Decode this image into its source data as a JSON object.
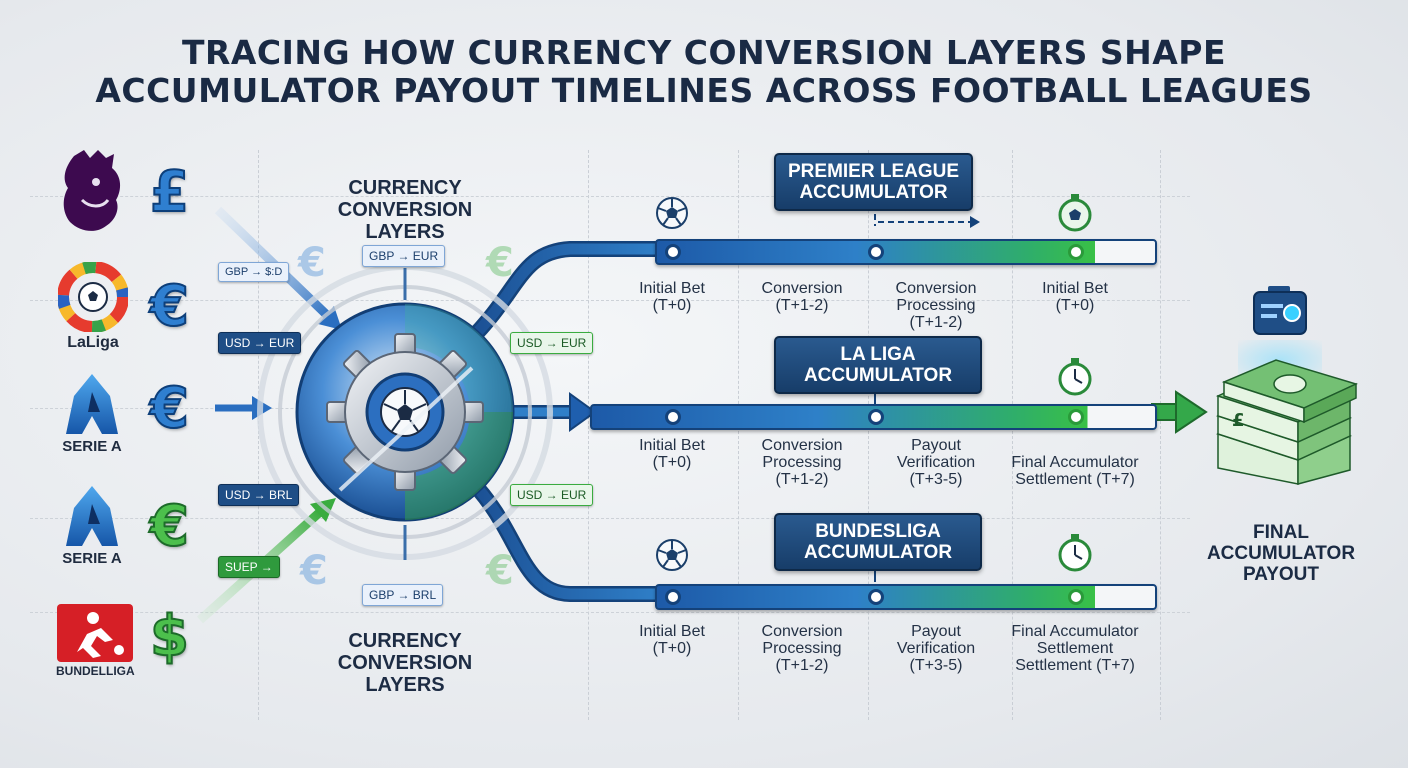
{
  "title_line1": "TRACING HOW CURRENCY CONVERSION LAYERS SHAPE",
  "title_line2": "ACCUMULATOR PAYOUT TIMELINES ACROSS FOOTBALL LEAGUES",
  "leagues": [
    {
      "name": "",
      "logo": "premier-league-lion",
      "currency_symbol": "£"
    },
    {
      "name": "LaLiga",
      "logo": "laliga-logo",
      "currency_symbol": "€"
    },
    {
      "name": "SERIE A",
      "logo": "serie-a-logo",
      "currency_symbol": "€"
    },
    {
      "name": "SERIE A",
      "logo": "serie-a-logo",
      "currency_symbol": "€"
    },
    {
      "name": "BUNDELLIGA",
      "logo": "bundesliga-logo",
      "currency_symbol": "$"
    }
  ],
  "conversion_layers": {
    "top_label": "CURRENCY\nCONVERSION\nLAYERS",
    "bottom_label": "CURRENCY\nCONVERSION\nLAYERS",
    "tags": {
      "gbp_sd": "GBP → $:D",
      "usd_eur_left": "USD → EUR",
      "usd_brl": "USD → BRL",
      "suep": "SUEP →",
      "gbp_eur": "GBP → EUR",
      "gbp_brl": "GBP → BRL",
      "usd_eur_right_top": "USD → EUR",
      "usd_eur_right_bottom": "USD → EUR"
    }
  },
  "accumulators": [
    {
      "title": "PREMIER LEAGUE\nACCUMULATOR",
      "stages": [
        "Initial Bet\n(T+0)",
        "Conversion\n(T+1-2)",
        "Conversion\nProcessing\n(T+1-2)",
        "Initial Bet\n(T+0)"
      ]
    },
    {
      "title": "LA LIGA\nACCUMULATOR",
      "stages": [
        "Initial Bet\n(T+0)",
        "Conversion\nProcessing\n(T+1-2)",
        "Payout\nVerification\n(T+3-5)",
        "Final Accumulator\nSettlement (T+7)"
      ]
    },
    {
      "title": "BUNDESLIGA\nACCUMULATOR",
      "stages": [
        "Initial Bet\n(T+0)",
        "Conversion\nProcessing\n(T+1-2)",
        "Payout\nVerification\n(T+3-5)",
        "Final Accumulator\nSettlement\nSettlement (T+7)"
      ]
    }
  ],
  "final_payout": {
    "label": "FINAL\nACCUMULATOR\nPAYOUT"
  },
  "colors": {
    "brand_blue": "#1f4e86",
    "accent_green": "#39c046",
    "title": "#1a2a44"
  }
}
